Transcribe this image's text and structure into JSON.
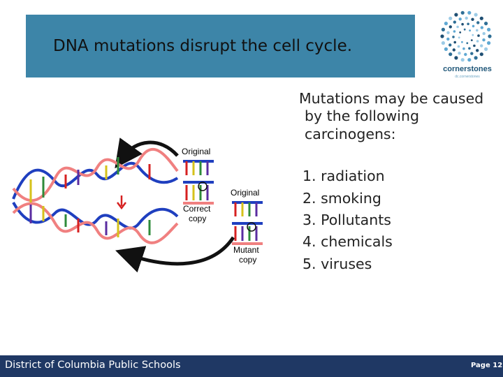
{
  "slide": {
    "title": "DNA mutations disrupt the cell cycle.",
    "intro_lines": [
      "Mutations may be caused",
      "by the following",
      "carcinogens:"
    ],
    "carcinogens": [
      "1. radiation",
      "2. smoking",
      "3. Pollutants",
      "4. chemicals",
      "5. viruses"
    ]
  },
  "figure": {
    "labels": {
      "original_top": "Original",
      "original_mid": "Original",
      "correct_copy_1": "Correct",
      "correct_copy_2": "copy",
      "mutant_copy_1": "Mutant",
      "mutant_copy_2": "copy"
    }
  },
  "logo": {
    "name": "cornerstones",
    "tagline": "dc.cornerstones"
  },
  "footer": {
    "left": "District of Columbia Public Schools",
    "right": "Page 12"
  },
  "colors": {
    "title_bar": "#3d85a8",
    "footer_bar": "#1f3864",
    "strand_blue": "#1f3fbf",
    "strand_red": "#f08080"
  }
}
